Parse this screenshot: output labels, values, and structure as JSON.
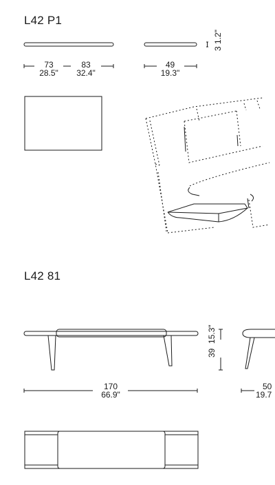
{
  "section1": {
    "title": "L42 P1",
    "dims": {
      "w1_cm": "73",
      "w1_in": "28.5\"",
      "w2_cm": "83",
      "w2_in": "32.4\"",
      "d_cm": "49",
      "d_in": "19.3\"",
      "t_cm": "3",
      "t_in": "1.2\""
    }
  },
  "section2": {
    "title": "L42 81",
    "dims": {
      "w_cm": "170",
      "w_in": "66.9\"",
      "h_cm": "39",
      "h_in": "15.3\"",
      "d_cm": "50",
      "d_in": "19.7"
    }
  }
}
